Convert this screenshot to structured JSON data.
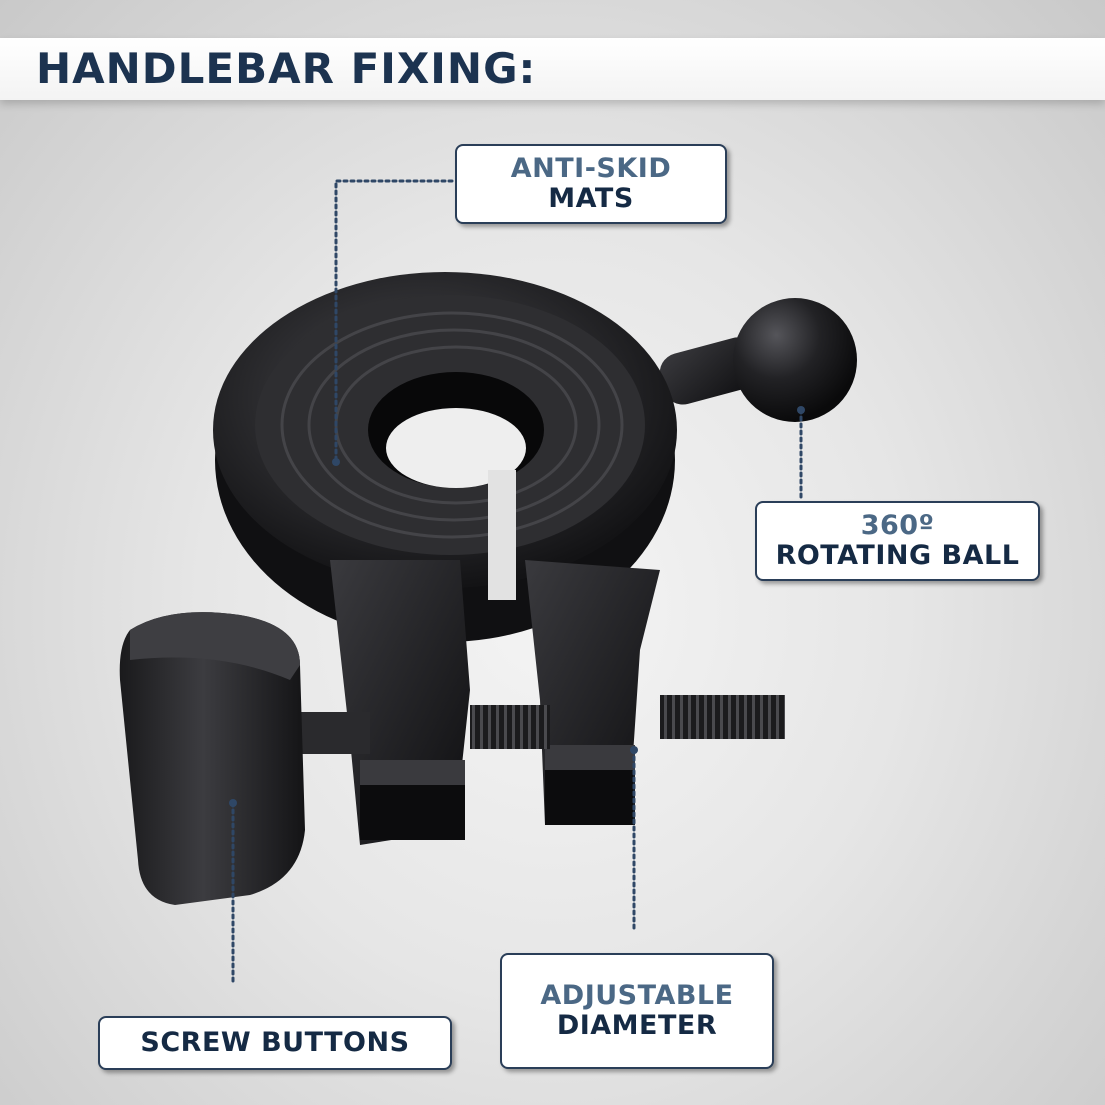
{
  "header": {
    "title": "HANDLEBAR FIXING:"
  },
  "callouts": {
    "anti_skid": {
      "line1": "ANTI-SKID",
      "line2": "MATS"
    },
    "rotating_ball": {
      "line1": "360º",
      "line2": "ROTATING BALL"
    },
    "screw_buttons": {
      "label": "SCREW BUTTONS"
    },
    "adjustable": {
      "line1": "ADJUSTABLE",
      "line2": "DIAMETER"
    }
  },
  "colors": {
    "title": "#1c3350",
    "label_light": "#4b6885",
    "label_dark": "#152a44",
    "border": "#2a3e58",
    "product": "#1e1e20"
  },
  "icons": {
    "product": "handlebar-clamp-mount-image"
  }
}
